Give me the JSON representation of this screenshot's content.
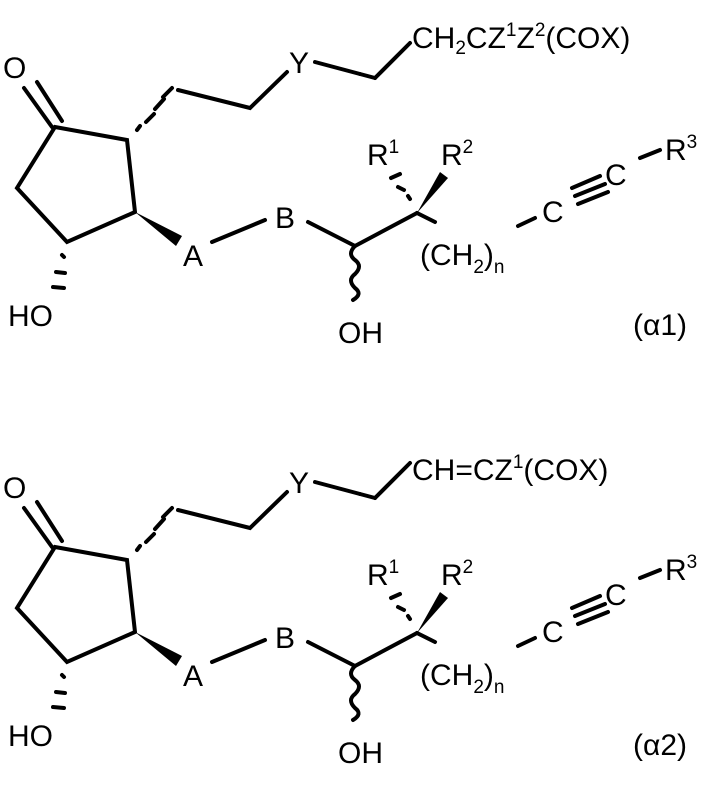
{
  "structures": [
    {
      "label": "(α1)",
      "side_chain": {
        "parts": [
          "CH",
          "2",
          "CZ",
          "1",
          "Z",
          "2",
          "(COX)"
        ]
      },
      "atoms": {
        "O": "O",
        "HO": "HO",
        "Y": "Y",
        "A": "A",
        "B": "B",
        "OH": "OH",
        "R1": "R",
        "R1_sup": "1",
        "R2": "R",
        "R2_sup": "2",
        "CH2n_open": "(CH",
        "CH2n_sub": "2",
        "CH2n_close": ")",
        "CH2n_n": "n",
        "C1": "C",
        "C2": "C",
        "R3": "R",
        "R3_sup": "3"
      }
    },
    {
      "label": "(α2)",
      "side_chain": {
        "parts": [
          "CH=CZ",
          "1",
          "(COX)"
        ]
      },
      "atoms": {
        "O": "O",
        "HO": "HO",
        "Y": "Y",
        "A": "A",
        "B": "B",
        "OH": "OH",
        "R1": "R",
        "R1_sup": "1",
        "R2": "R",
        "R2_sup": "2",
        "CH2n_open": "(CH",
        "CH2n_sub": "2",
        "CH2n_close": ")",
        "CH2n_n": "n",
        "C1": "C",
        "C2": "C",
        "R3": "R",
        "R3_sup": "3"
      }
    }
  ]
}
